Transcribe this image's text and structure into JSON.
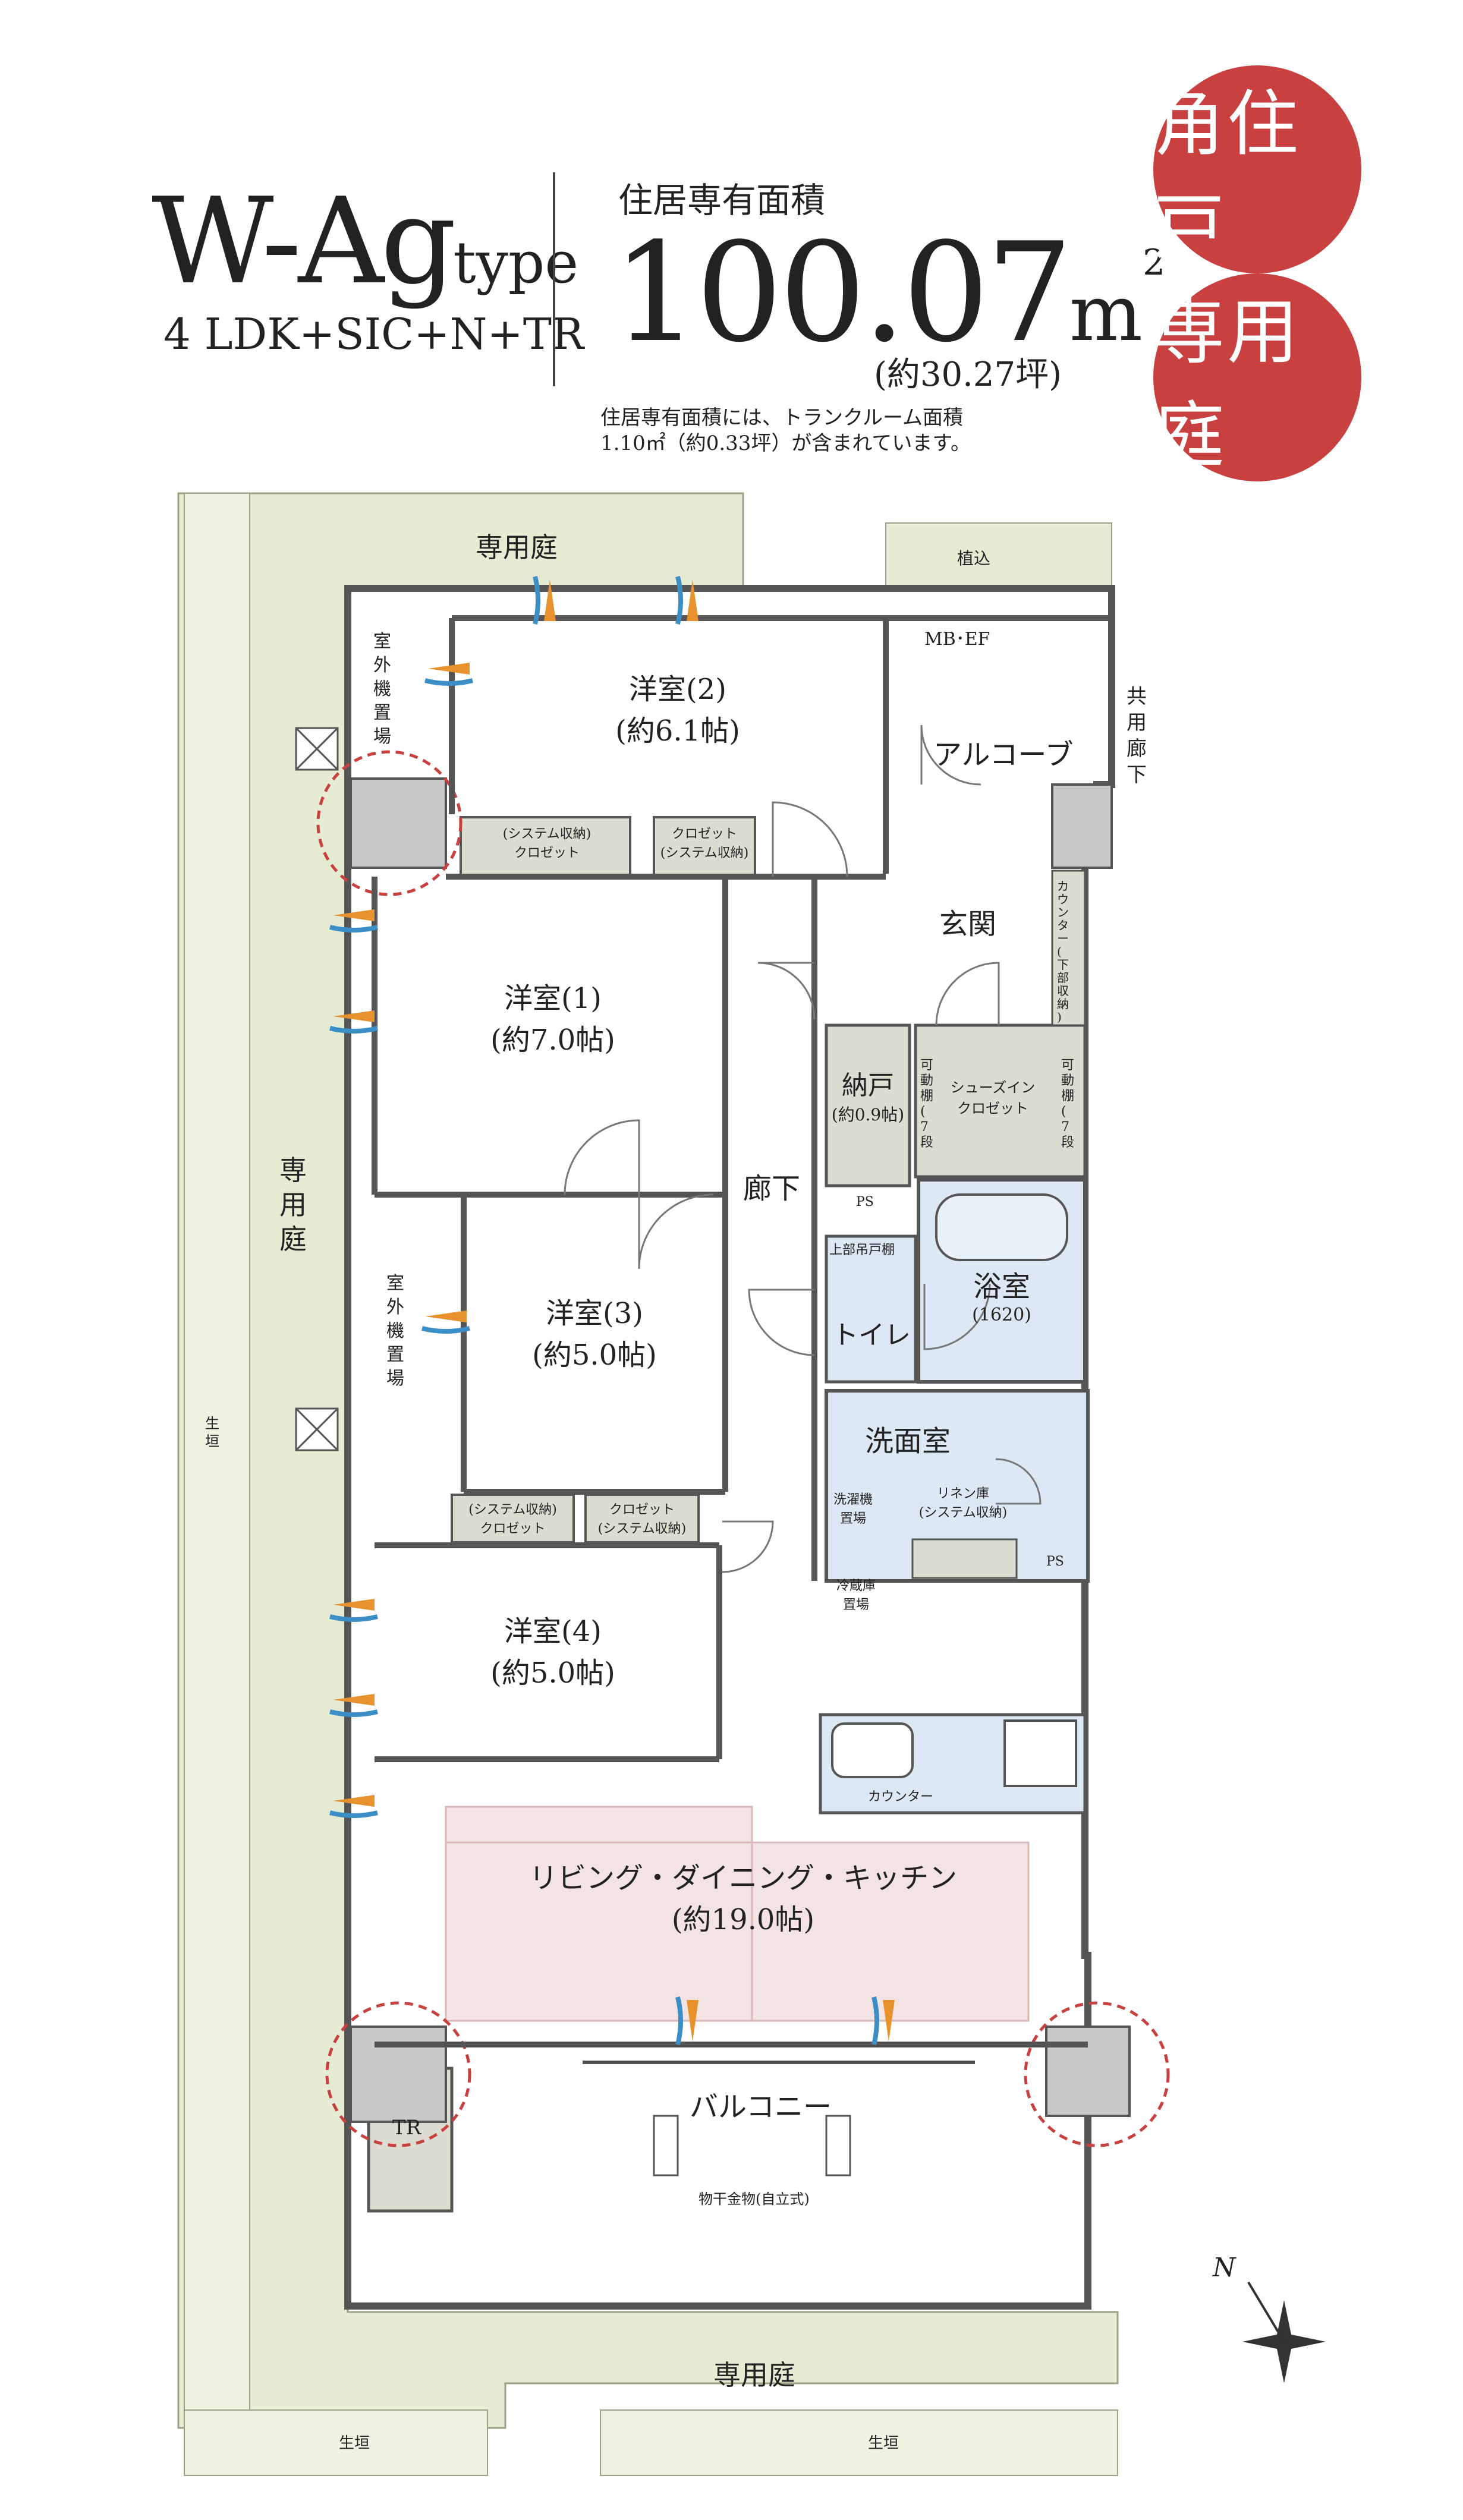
{
  "header": {
    "type_main": "W-Ag",
    "type_suffix": "type",
    "layout": "4 LDK+SIC+N+TR",
    "area_label": "住居専有面積",
    "area_value": "100.07",
    "area_unit": "m",
    "area_sup": "2",
    "area_tsubo": "(約30.27坪)",
    "note_line1": "住居専有面積には、トランクルーム面積",
    "note_line2": "1.10㎡（約0.33坪）が含まれています。"
  },
  "badges": [
    "角住戸",
    "専用庭"
  ],
  "rooms": {
    "youshitsu2": "洋室(2)",
    "youshitsu2_size": "(約6.1帖)",
    "youshitsu1": "洋室(1)",
    "youshitsu1_size": "(約7.0帖)",
    "youshitsu3": "洋室(3)",
    "youshitsu3_size": "(約5.0帖)",
    "youshitsu4": "洋室(4)",
    "youshitsu4_size": "(約5.0帖)",
    "ldk": "リビング・ダイニング・キッチン",
    "ldk_size": "(約19.0帖)",
    "alcove": "アルコーブ",
    "genkan": "玄関",
    "nando": "納戸",
    "nando_size": "(約0.9帖)",
    "rouka": "廊下",
    "yokushitsu": "浴室",
    "yokushitsu_size": "(1620)",
    "toilet": "トイレ",
    "senmen": "洗面室",
    "balcony": "バルコニー",
    "tr": "TR"
  },
  "labels": {
    "senyoutei": "専用庭",
    "senyoutei_v": [
      "専",
      "用",
      "庭"
    ],
    "ueki": "植込",
    "mb_ef": "MB･EF",
    "kyoyo_rouka": [
      "共",
      "用",
      "廊",
      "下"
    ],
    "shitsugaiki": [
      "室",
      "外",
      "機",
      "置",
      "場"
    ],
    "system_closet": "(システム収納)",
    "closet": "クロゼット",
    "counter_v": [
      "カ",
      "ウ",
      "ン",
      "タ",
      "ー",
      "(",
      "下",
      "部",
      "収",
      "納",
      ")"
    ],
    "kadoudana": [
      "可",
      "動",
      "棚",
      "(",
      "7",
      "段",
      ")"
    ],
    "shoes_in": "シューズイン",
    "ps": "PS",
    "joubu_toda": "上部吊戸棚",
    "sentakuki": [
      "洗濯機",
      "置場"
    ],
    "linen": [
      "リネン庫",
      "(システム収納)"
    ],
    "reizouko": [
      "冷蔵庫",
      "置場"
    ],
    "counter": "カウンター",
    "monohoshi": "物干金物(自立式)",
    "ikegaki": "生垣",
    "ikegaki_v": [
      "生",
      "垣"
    ],
    "north": "N"
  },
  "colors": {
    "badge": "#c8403f",
    "garden": "#e6ecd3",
    "garden_light": "#eef2e0",
    "storage": "#dcdcd0",
    "ldk_fill": "#f3e3e3",
    "bath_fill": "#dce8f3",
    "ac_orange": "#e8922e",
    "ac_blue": "#3b8ec6",
    "dashed_red": "#c8403f",
    "wall": "#666666"
  }
}
